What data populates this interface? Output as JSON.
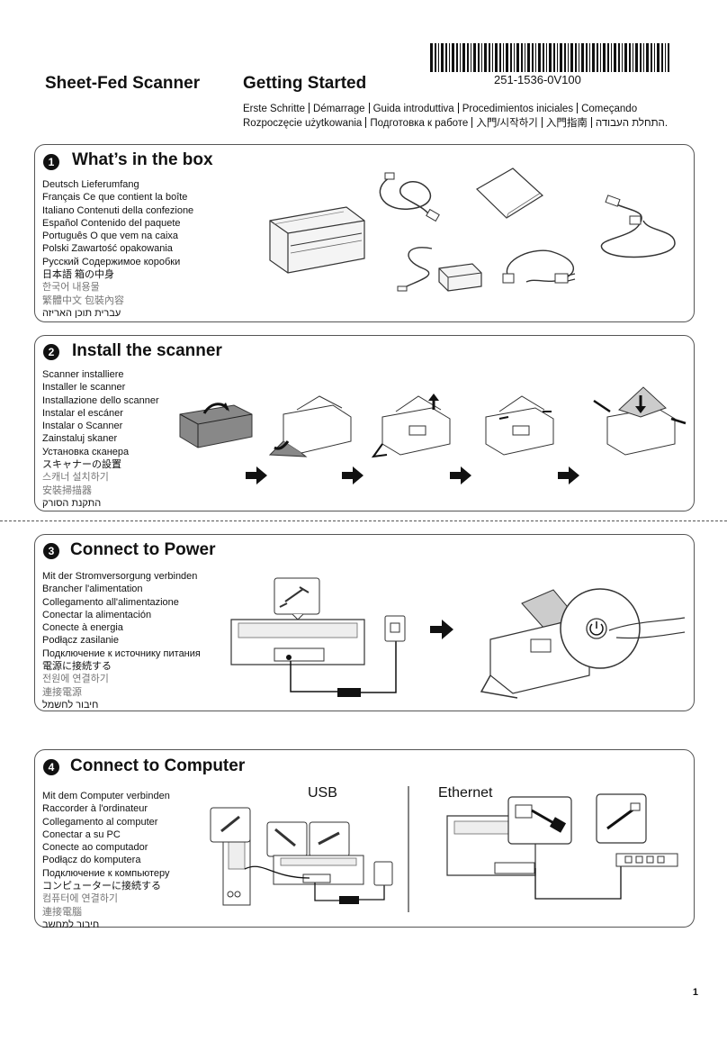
{
  "header": {
    "product": "Sheet-Fed Scanner",
    "title": "Getting Started",
    "part_number": "251-1536-0V100",
    "subtitle_line1": [
      "Erste Schritte",
      "Démarrage",
      "Guida introduttiva",
      "Procedimientos iniciales",
      "Começando"
    ],
    "subtitle_line2": [
      "Rozpoczęcie użytkowania",
      "Подготовка к работе",
      "入門/시작하기",
      "入門指南",
      "התחלת העבודה."
    ]
  },
  "sections": [
    {
      "number": "1",
      "title": "What’s in the box",
      "languages": [
        "Deutsch Lieferumfang",
        "Français Ce que contient la boîte",
        "Italiano Contenuti della confezione",
        "Español Contenido del paquete",
        "Português O que vem na caixa",
        "Polski Zawartość opakowania",
        "Русский Содержимое коробки",
        "日本語 箱の中身",
        "한국어 내용물",
        "繁體中文 包裝內容",
        "עברית תוכן האריזה"
      ]
    },
    {
      "number": "2",
      "title": "Install the scanner",
      "languages": [
        "Scanner installiere",
        "Installer le scanner",
        "Installazione dello scanner",
        "Instalar el escáner",
        "Instalar o Scanner",
        "Zainstaluj skaner",
        "Установка сканера",
        "スキャナーの設置",
        "스캐너 설치하기",
        "安裝掃描器",
        "התקנת הסורק"
      ]
    },
    {
      "number": "3",
      "title": "Connect to Power",
      "languages": [
        "Mit der Stromversorgung verbinden",
        "Brancher l'alimentation",
        "Collegamento all'alimentazione",
        "Conectar la alimentación",
        "Conecte à energia",
        "Podłącz zasilanie",
        "Подключение к источнику питания",
        "電源に接続する",
        "전원에 연결하기",
        "連接電源",
        "חיבור לחשמל"
      ]
    },
    {
      "number": "4",
      "title": "Connect to Computer",
      "languages": [
        "Mit dem Computer verbinden",
        "Raccorder à l'ordinateur",
        "Collegamento al computer",
        "Conectar a su PC",
        "Conecte ao computador",
        "Podłącz do komputera",
        "Подключение к компьютеру",
        "コンピューターに接続する",
        "컴퓨터에 연결하기",
        "連接電腦",
        "חיבור למחשב"
      ],
      "usb_label": "USB",
      "ethernet_label": "Ethernet"
    }
  ],
  "page_number": "1"
}
